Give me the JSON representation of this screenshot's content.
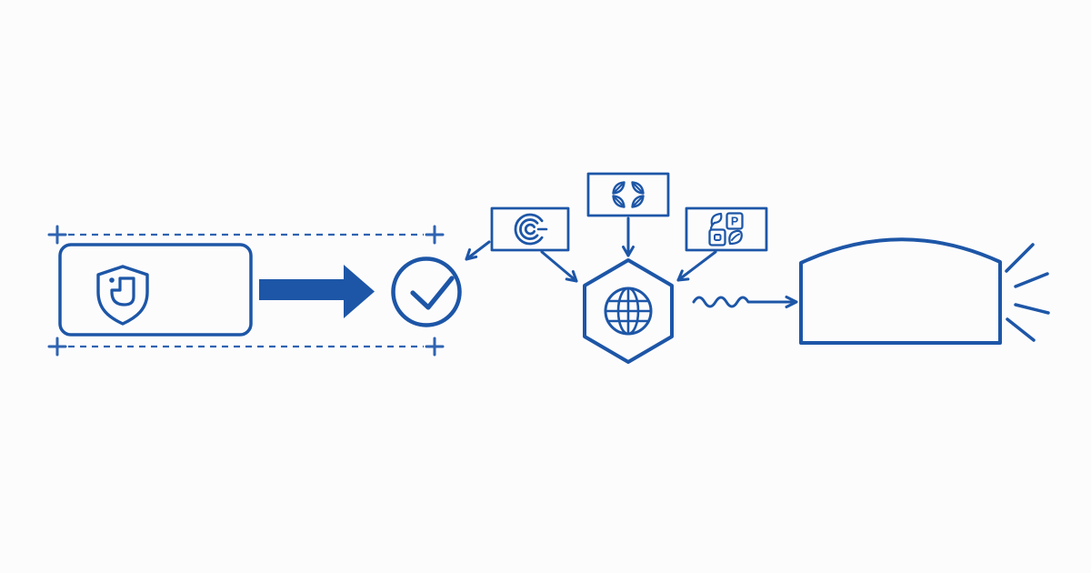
{
  "page": {
    "background": "#fcfcfd"
  },
  "colors": {
    "primary": "#1d56a7",
    "dashed_guide": "#2e63b1",
    "solid_arrow": "#1d56a7"
  },
  "labels": {
    "cert_letter_p": "P"
  },
  "icons": [
    {
      "name": "shield-icon",
      "meaning": "product protection shield logo"
    },
    {
      "name": "check-circle-icon",
      "meaning": "verified checkmark"
    },
    {
      "name": "c-ring-logo-icon",
      "meaning": "concentric C certification logo"
    },
    {
      "name": "leaf-quartet-icon",
      "meaning": "four leaves sustainability logo"
    },
    {
      "name": "material-symbols-icon",
      "meaning": "four material/cert symbols incl. letter P"
    },
    {
      "name": "globe-icon",
      "meaning": "global network globe in hexagon"
    },
    {
      "name": "wavy-arrow-icon",
      "meaning": "wavy flow connector"
    },
    {
      "name": "shine-lines-icon",
      "meaning": "four emphasis rays"
    }
  ],
  "flow": {
    "nodes": [
      "measured-product-card",
      "check-circle",
      "certifier-box-1",
      "certifier-box-2",
      "certifier-box-3",
      "network-hexagon",
      "output-panel"
    ]
  }
}
